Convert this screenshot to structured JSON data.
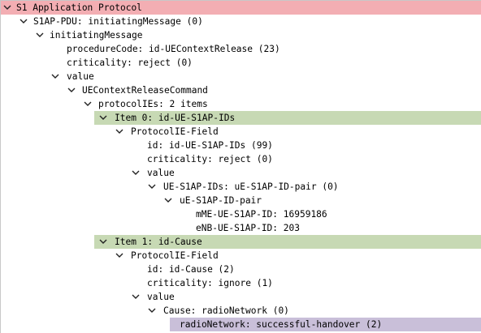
{
  "tree": {
    "rows": [
      {
        "label": "S1 Application Protocol",
        "arrow": true
      },
      {
        "label": "S1AP-PDU: initiatingMessage (0)",
        "arrow": true
      },
      {
        "label": "initiatingMessage",
        "arrow": true
      },
      {
        "label": "procedureCode: id-UEContextRelease (23)",
        "arrow": false
      },
      {
        "label": "criticality: reject (0)",
        "arrow": false
      },
      {
        "label": "value",
        "arrow": true
      },
      {
        "label": "UEContextReleaseCommand",
        "arrow": true
      },
      {
        "label": "protocolIEs: 2 items",
        "arrow": true
      },
      {
        "label": "Item 0: id-UE-S1AP-IDs",
        "arrow": true
      },
      {
        "label": "ProtocolIE-Field",
        "arrow": true
      },
      {
        "label": "id: id-UE-S1AP-IDs (99)",
        "arrow": false
      },
      {
        "label": "criticality: reject (0)",
        "arrow": false
      },
      {
        "label": "value",
        "arrow": true
      },
      {
        "label": "UE-S1AP-IDs: uE-S1AP-ID-pair (0)",
        "arrow": true
      },
      {
        "label": "uE-S1AP-ID-pair",
        "arrow": true
      },
      {
        "label": "mME-UE-S1AP-ID: 16959186",
        "arrow": false
      },
      {
        "label": "eNB-UE-S1AP-ID: 203",
        "arrow": false
      },
      {
        "label": "Item 1: id-Cause",
        "arrow": true
      },
      {
        "label": "ProtocolIE-Field",
        "arrow": true
      },
      {
        "label": "id: id-Cause (2)",
        "arrow": false
      },
      {
        "label": "criticality: ignore (1)",
        "arrow": false
      },
      {
        "label": "value",
        "arrow": true
      },
      {
        "label": "Cause: radioNetwork (0)",
        "arrow": true
      },
      {
        "label": "radioNetwork: successful-handover (2)",
        "arrow": false
      }
    ]
  },
  "colors": {
    "selected_header": "#f3aeb3",
    "item_highlight": "#c7d9b4",
    "leaf_highlight": "#c9bfd9"
  }
}
